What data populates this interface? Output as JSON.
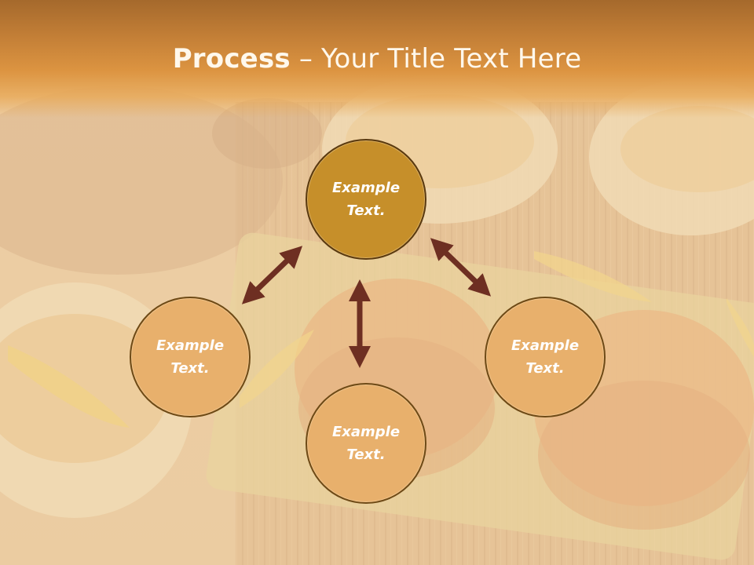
{
  "slide": {
    "title_bold": "Process",
    "title_rest": " – Your Title Text Here"
  },
  "nodes": {
    "top": "Example\nText.",
    "left": "Example\nText.",
    "right": "Example\nText.",
    "bottom": "Example\nText."
  },
  "colors": {
    "title_band": "#d28a3c",
    "center_node": "#c68f2a",
    "outer_node": "#e8b06c",
    "arrow": "#6e2f22"
  }
}
